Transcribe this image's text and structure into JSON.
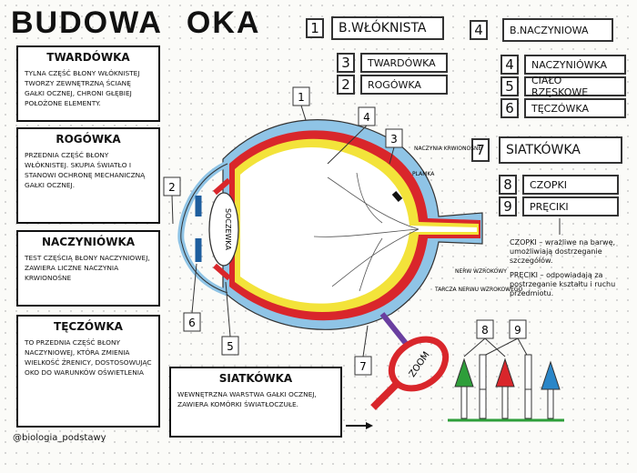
{
  "title": {
    "part1": "BUDOWA",
    "part2": "OKA"
  },
  "definitions": [
    {
      "title": "TWARDÓWKA",
      "text": "TYLNA CZĘŚĆ BŁONY WŁÓKNISTEJ TWORZY ZEWNĘTRZNĄ ŚCIANĘ GAŁKI OCZNEJ, CHRONI GŁĘBIEJ POŁOŻONE ELEMENTY."
    },
    {
      "title": "ROGÓWKA",
      "text": "PRZEDNIA CZĘŚĆ BŁONY WŁÓKNISTEJ. SKUPIA ŚWIATŁO I STANOWI OCHRONĘ MECHANICZNĄ GAŁKI OCZNEJ."
    },
    {
      "title": "NACZYNIÓWKA",
      "text": "TEST CZĘŚCIĄ BŁONY NACZYNIOWEJ, ZAWIERA LICZNE NACZYNIA KRWIONOŚNE"
    },
    {
      "title": "TĘCZÓWKA",
      "text": "TO PRZEDNIA CZĘŚĆ BŁONY NACZYNIOWEJ, KTÓRA ZMIENIA WIELKOŚĆ ŹRENICY, DOSTOSOWUJĄC OKO DO WARUNKÓW OŚWIETLENIA"
    },
    {
      "title": "SIATKÓWKA",
      "text": "WEWNĘTRZNA WARSTWA GAŁKI OCZNEJ, ZAWIERA KOMÓRKI ŚWIATŁOCZUŁE."
    }
  ],
  "groups": {
    "fibrous": {
      "num": "1",
      "label": "B.WŁÓKNISTA",
      "items": [
        {
          "num": "3",
          "label": "TWARDÓWKA"
        },
        {
          "num": "2",
          "label": "ROGÓWKA"
        }
      ]
    },
    "vascular": {
      "num": "4",
      "label": "B.NACZYNIOWA",
      "items": [
        {
          "num": "4",
          "label": "NACZYNIÓWKA"
        },
        {
          "num": "5",
          "label": "CIAŁO RZĘSKOWE"
        },
        {
          "num": "6",
          "label": "TĘCZÓWKA"
        }
      ]
    },
    "retina": {
      "num": "7",
      "label": "SIATKÓWKA",
      "items": [
        {
          "num": "8",
          "label": "CZOPKI"
        },
        {
          "num": "9",
          "label": "PRĘCIKI"
        }
      ]
    }
  },
  "notes": {
    "cones": "CZOPKI – wrażliwe na barwę, umożliwiają dostrzeganie szczegółów.",
    "rods": "PRĘCIKI – odpowiadają za postrzeganie kształtu i ruchu przedmiotu."
  },
  "diagram_labels": {
    "lens": "SOCZEWKA",
    "vessels": "NACZYNIA KRWIONOŚNE",
    "blind_spot": "PLAMKA",
    "optic_nerve": "NERW WZROKOWY",
    "optic_disc": "TARCZA NERWU WZROKOWEGO",
    "zoom": "ZOOM",
    "callouts": [
      "1",
      "2",
      "3",
      "4",
      "5",
      "6",
      "7",
      "8",
      "9"
    ]
  },
  "colors": {
    "sclera": "#8fc4e6",
    "choroid": "#d9262b",
    "retina": "#f3e33a",
    "cone_green": "#2e9e3a",
    "cone_red": "#d9262b",
    "cone_blue": "#2a86c8"
  },
  "footer": "@biologia_podstawy"
}
